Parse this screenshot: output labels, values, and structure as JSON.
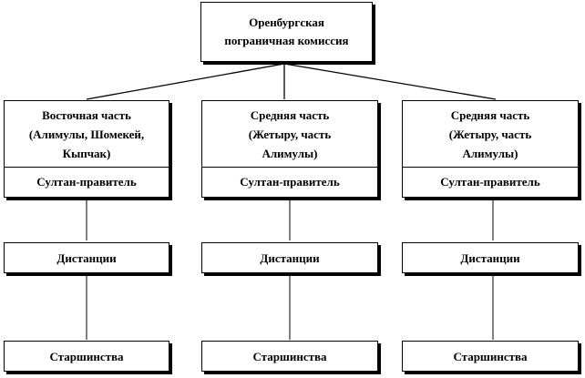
{
  "root": {
    "label_line1": "Оренбургская",
    "label_line2": "пограничная комиссия"
  },
  "columns": [
    {
      "header_lines": [
        "Восточная часть",
        "(Алимулы, Шомекей,",
        "Кыпчак)"
      ],
      "ruler": "Султан-правитель",
      "distances": "Дистанции",
      "elders": "Старшинства"
    },
    {
      "header_lines": [
        "Средняя часть",
        "(Жетыру, часть",
        "Алимулы)"
      ],
      "ruler": "Султан-правитель",
      "distances": "Дистанции",
      "elders": "Старшинства"
    },
    {
      "header_lines": [
        "Средняя часть",
        "(Жетыру, часть",
        "Алимулы)"
      ],
      "ruler": "Султан-правитель",
      "distances": "Дистанции",
      "elders": "Старшинства"
    }
  ]
}
